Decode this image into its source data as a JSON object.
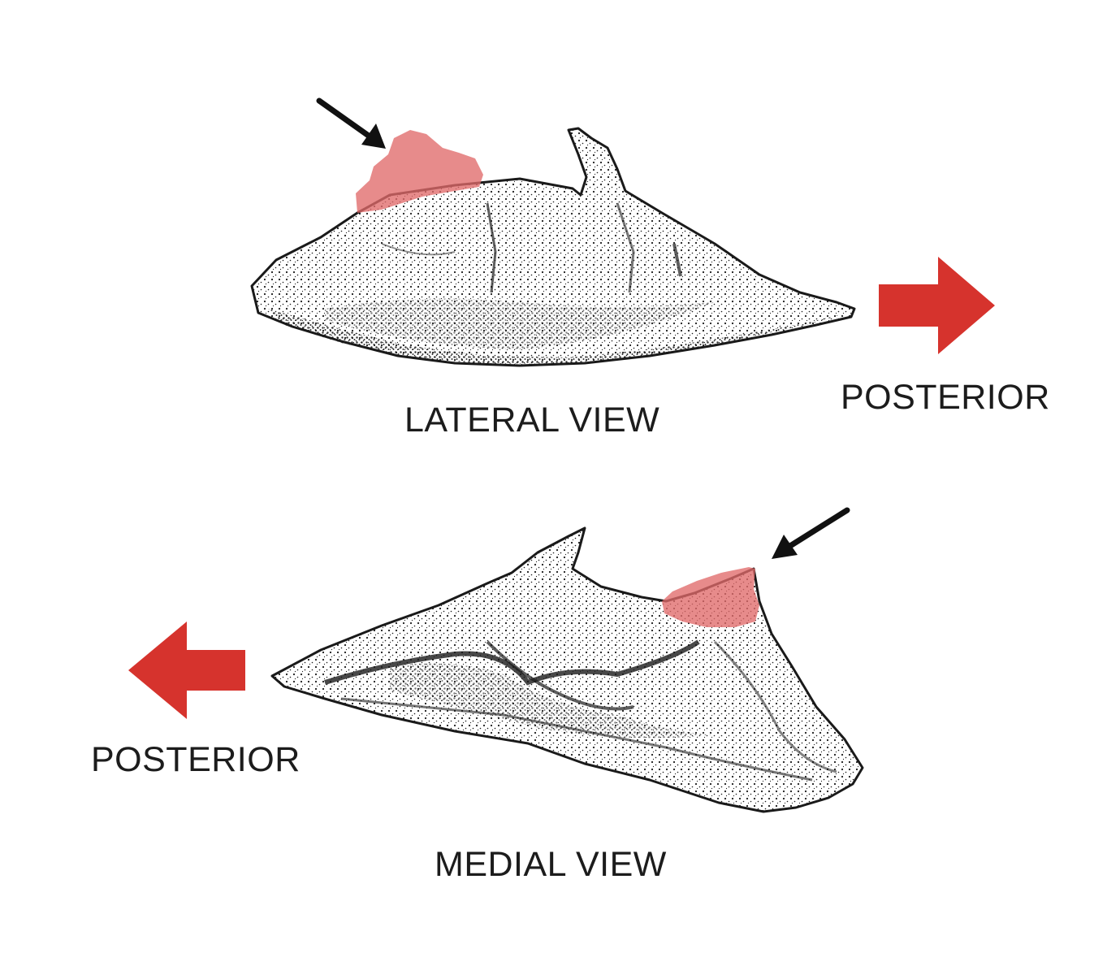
{
  "labels": {
    "lateral_view": "LATERAL VIEW",
    "medial_view": "MEDIAL VIEW",
    "posterior_right": "POSTERIOR",
    "posterior_left": "POSTERIOR"
  },
  "colors": {
    "direction_arrow": "#d6332d",
    "highlight": "#e06a6a",
    "pointer_arrow": "#111111",
    "ink": "#1a1a1a",
    "text": "#1c1c1c",
    "background": "#ffffff"
  },
  "icons": {
    "posterior_right": "arrow-right-icon",
    "posterior_left": "arrow-left-icon",
    "pointer_top": "pointer-arrow-icon",
    "pointer_bottom": "pointer-arrow-icon"
  }
}
